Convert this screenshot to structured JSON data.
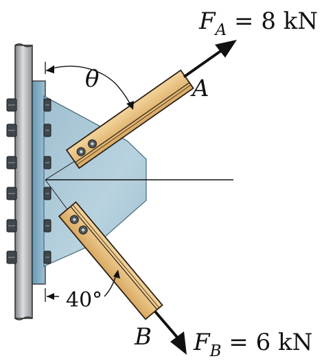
{
  "labels": {
    "force_a_symbol": "F",
    "force_a_subscript": "A",
    "force_a_value": " = 8 kN",
    "force_b_symbol": "F",
    "force_b_subscript": "B",
    "force_b_value": " = 6 kN",
    "member_a": "A",
    "member_b": "B",
    "angle_theta": "θ",
    "angle_b": "40°"
  },
  "colors": {
    "wall_dark": "#8f9396",
    "wall_light": "#d4d7da",
    "gusset": "#a9c6d6",
    "gusset_edge": "#5e7f92",
    "member_fill": "#e6be82",
    "member_edge": "#2a2014",
    "bolt": "#4f565c",
    "arrow": "#111111"
  }
}
